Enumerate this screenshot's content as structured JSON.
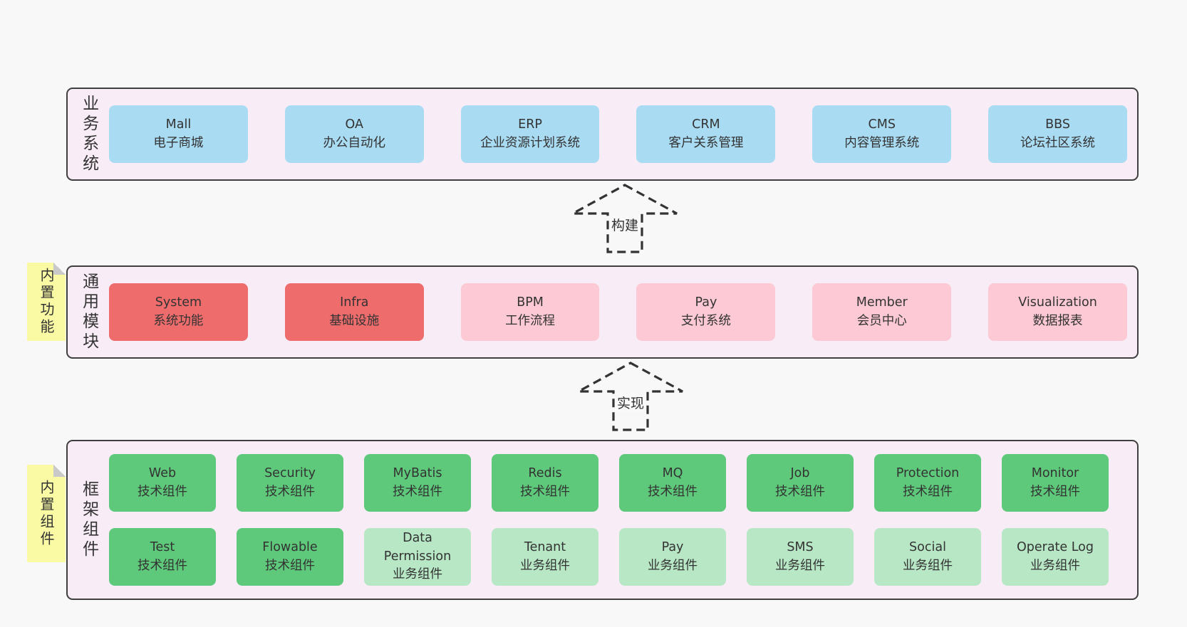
{
  "colors": {
    "blue": "#a9dbf2",
    "red": "#ee6c6c",
    "pink": "#fcc9d4",
    "green": "#5ec97b",
    "lightgreen": "#b7e7c5",
    "container_bg": "#f8edf6",
    "container_border": "#3f3f3f",
    "sticky_bg": "#fafaa4",
    "sticky_fold": "#c9c9c9",
    "page_bg": "#f8f8f8",
    "text": "#333333"
  },
  "layers": [
    {
      "id": "business-systems",
      "label": "业务系统",
      "sticky": "",
      "rows": [
        [
          {
            "en": "Mall",
            "zh": "电子商城",
            "color": "blue"
          },
          {
            "en": "OA",
            "zh": "办公自动化",
            "color": "blue"
          },
          {
            "en": "ERP",
            "zh": "企业资源计划系统",
            "color": "blue"
          },
          {
            "en": "CRM",
            "zh": "客户关系管理",
            "color": "blue"
          },
          {
            "en": "CMS",
            "zh": "内容管理系统",
            "color": "blue"
          },
          {
            "en": "BBS",
            "zh": "论坛社区系统",
            "color": "blue"
          }
        ]
      ]
    },
    {
      "id": "common-modules",
      "label": "通用模块",
      "sticky": "内置功能",
      "rows": [
        [
          {
            "en": "System",
            "zh": "系统功能",
            "color": "red"
          },
          {
            "en": "Infra",
            "zh": "基础设施",
            "color": "red"
          },
          {
            "en": "BPM",
            "zh": "工作流程",
            "color": "pink"
          },
          {
            "en": "Pay",
            "zh": "支付系统",
            "color": "pink"
          },
          {
            "en": "Member",
            "zh": "会员中心",
            "color": "pink"
          },
          {
            "en": "Visualization",
            "zh": "数据报表",
            "color": "pink"
          }
        ]
      ]
    },
    {
      "id": "framework-components",
      "label": "框架组件",
      "sticky": "内置组件",
      "rows": [
        [
          {
            "en": "Web",
            "zh": "技术组件",
            "color": "green"
          },
          {
            "en": "Security",
            "zh": "技术组件",
            "color": "green"
          },
          {
            "en": "MyBatis",
            "zh": "技术组件",
            "color": "green"
          },
          {
            "en": "Redis",
            "zh": "技术组件",
            "color": "green"
          },
          {
            "en": "MQ",
            "zh": "技术组件",
            "color": "green"
          },
          {
            "en": "Job",
            "zh": "技术组件",
            "color": "green"
          },
          {
            "en": "Protection",
            "zh": "技术组件",
            "color": "green"
          },
          {
            "en": "Monitor",
            "zh": "技术组件",
            "color": "green"
          }
        ],
        [
          {
            "en": "Test",
            "zh": "技术组件",
            "color": "green"
          },
          {
            "en": "Flowable",
            "zh": "技术组件",
            "color": "green"
          },
          {
            "en": "Data Permission",
            "zh": "业务组件",
            "color": "lightgreen"
          },
          {
            "en": "Tenant",
            "zh": "业务组件",
            "color": "lightgreen"
          },
          {
            "en": "Pay",
            "zh": "业务组件",
            "color": "lightgreen"
          },
          {
            "en": "SMS",
            "zh": "业务组件",
            "color": "lightgreen"
          },
          {
            "en": "Social",
            "zh": "业务组件",
            "color": "lightgreen"
          },
          {
            "en": "Operate Log",
            "zh": "业务组件",
            "color": "lightgreen"
          }
        ]
      ]
    }
  ],
  "arrows": [
    {
      "label": "构建"
    },
    {
      "label": "实现"
    }
  ]
}
